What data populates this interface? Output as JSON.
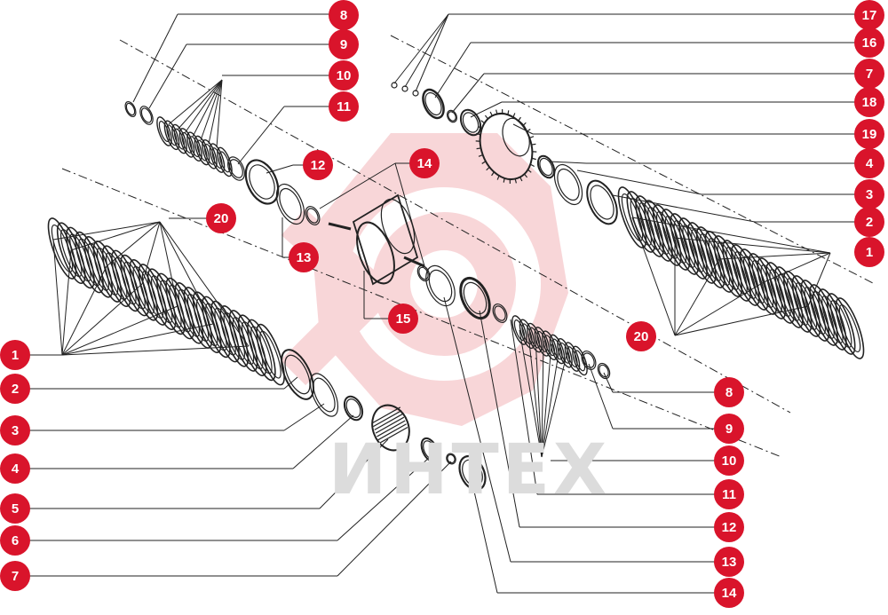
{
  "watermark": {
    "brand_text": "ИНТЕХ",
    "logo_color": "#f7c6c9"
  },
  "accent_color": "#d9142b",
  "callouts": {
    "right_top": [
      "17",
      "16",
      "7",
      "18",
      "19",
      "4",
      "3",
      "2",
      "1"
    ],
    "upper_mid": [
      "8",
      "9",
      "10",
      "11",
      "12",
      "13",
      "14",
      "15",
      "20"
    ],
    "left": [
      "1",
      "2",
      "3",
      "4",
      "5",
      "6",
      "7"
    ],
    "bottom_right": [
      "20",
      "8",
      "9",
      "10",
      "11",
      "12",
      "13",
      "14"
    ]
  }
}
